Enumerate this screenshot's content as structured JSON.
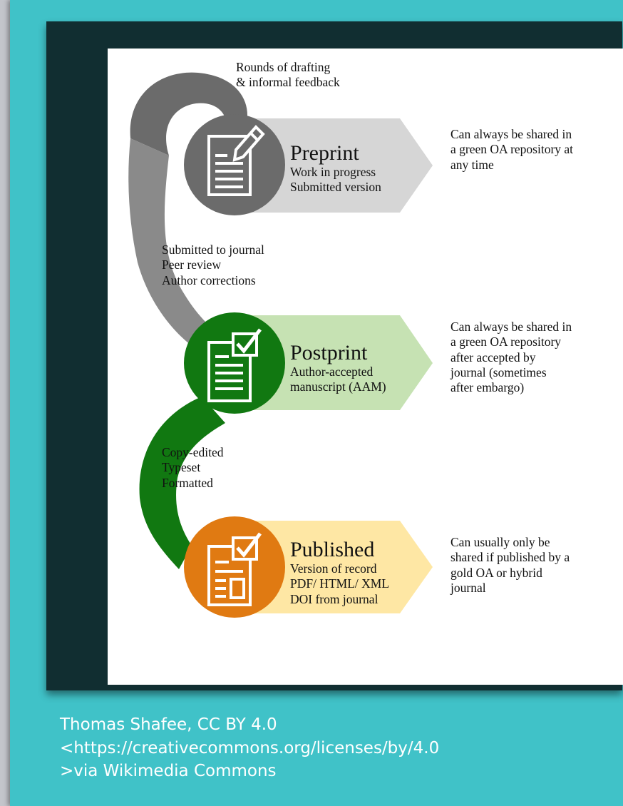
{
  "figure": {
    "top_note": [
      "Rounds of drafting",
      "& informal feedback"
    ],
    "stages": [
      {
        "title": "Preprint",
        "details": [
          "Work in progress",
          "Submitted version"
        ],
        "sharing": [
          "Can always be shared in",
          "a green OA repository at",
          "any time"
        ],
        "colors": {
          "circle": "#6b6b6b",
          "arrow": "#d6d6d6"
        }
      },
      {
        "title": "Postprint",
        "details": [
          "Author-accepted",
          "manuscript (AAM)"
        ],
        "sharing": [
          "Can always be shared in",
          "a green OA repository",
          "after accepted by",
          "journal (sometimes",
          "after embargo)"
        ],
        "colors": {
          "circle": "#117811",
          "arrow": "#c6e2b3"
        }
      },
      {
        "title": "Published",
        "details": [
          "Version of record",
          "PDF/ HTML/ XML",
          "DOI from journal"
        ],
        "sharing": [
          "Can usually only be",
          "shared if published by a",
          "gold OA or hybrid",
          "journal"
        ],
        "colors": {
          "circle": "#e07a12",
          "arrow": "#fee7a4"
        }
      }
    ],
    "transitions": [
      [
        "Submitted to journal",
        "Peer review",
        "Author corrections"
      ],
      [
        "Copy-edited",
        "Typeset",
        "Formatted"
      ]
    ]
  },
  "caption": {
    "lines": [
      "Thomas Shafee, CC BY 4.0",
      "<https://creativecommons.org/licenses/by/4.0",
      ">via Wikimedia Commons"
    ]
  },
  "colors": {
    "slide_bg": "#40c2c8",
    "frame": "#112e31",
    "figure_bg": "#ffffff"
  }
}
